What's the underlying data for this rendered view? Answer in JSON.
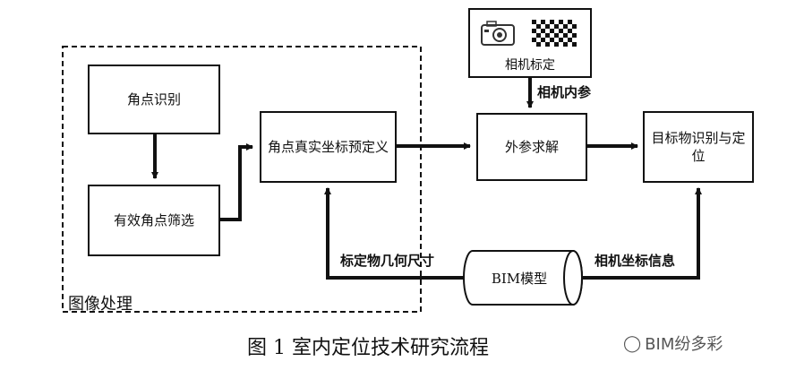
{
  "boxes": {
    "corner_recognition": "角点识别",
    "valid_corner_filter": "有效角点筛选",
    "corner_coord_define": "角点真实坐标预定义",
    "camera_calibration": "相机标定",
    "extrinsic_solve": "外参求解",
    "target_locate": "目标物识别与定位",
    "bim_model": "BIM模型"
  },
  "edge_labels": {
    "camera_intrinsics": "相机内参",
    "geometry_size": "标定物几何尺寸",
    "camera_coord_info": "相机坐标信息"
  },
  "group_label": "图像处理",
  "caption": "图 1  室内定位技术研究流程",
  "watermark": "BIM纷多彩"
}
